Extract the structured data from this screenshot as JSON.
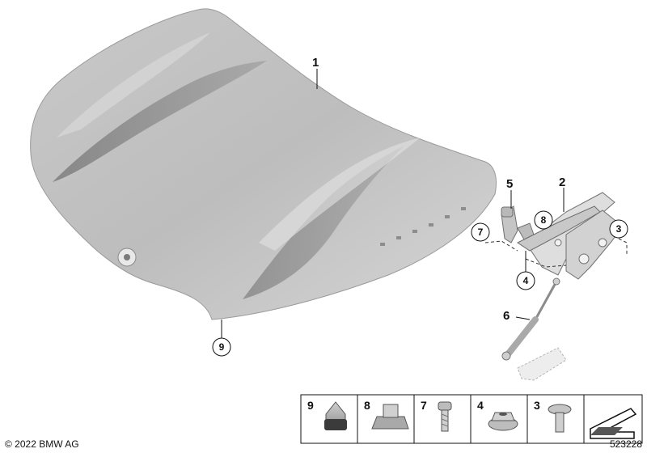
{
  "callouts": {
    "hood": "1",
    "hinge": "2",
    "hinge_bolt": "3",
    "nut": "4",
    "bracket": "5",
    "gas_strut": "6",
    "screw": "7",
    "clip": "8",
    "buffer": "9"
  },
  "legend": [
    "9",
    "8",
    "7",
    "4",
    "3"
  ],
  "copyright": "© 2022 BMW AG",
  "diagram_number": "523228"
}
